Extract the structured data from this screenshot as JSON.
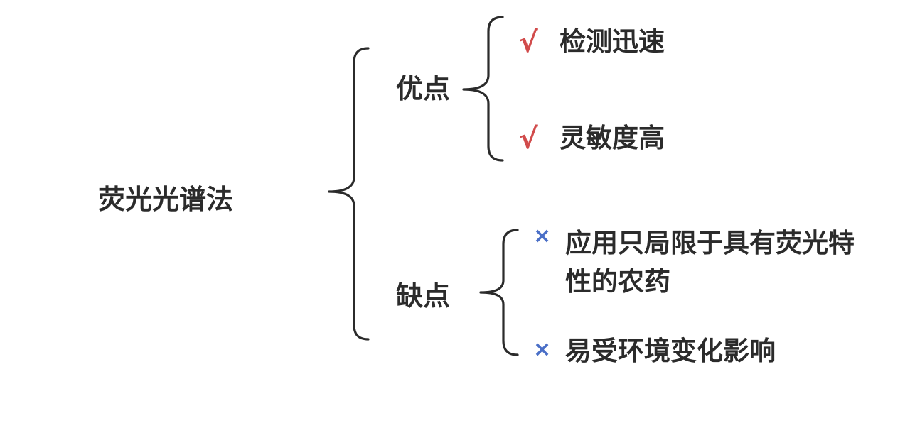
{
  "root": {
    "label": "荧光光谱法"
  },
  "branches": [
    {
      "label": "优点",
      "items": [
        {
          "mark": "√",
          "text": "检测迅速"
        },
        {
          "mark": "√",
          "text": "灵敏度高"
        }
      ]
    },
    {
      "label": "缺点",
      "items": [
        {
          "mark": "×",
          "text": "应用只局限于具有荧光特性的农药"
        },
        {
          "mark": "×",
          "text": "易受环境变化影响"
        }
      ]
    }
  ],
  "colors": {
    "text": "#2b2b2b",
    "check_mark": "#d14b4b",
    "cross_mark": "#4a6fc7",
    "brace": "#2b2b2b"
  }
}
